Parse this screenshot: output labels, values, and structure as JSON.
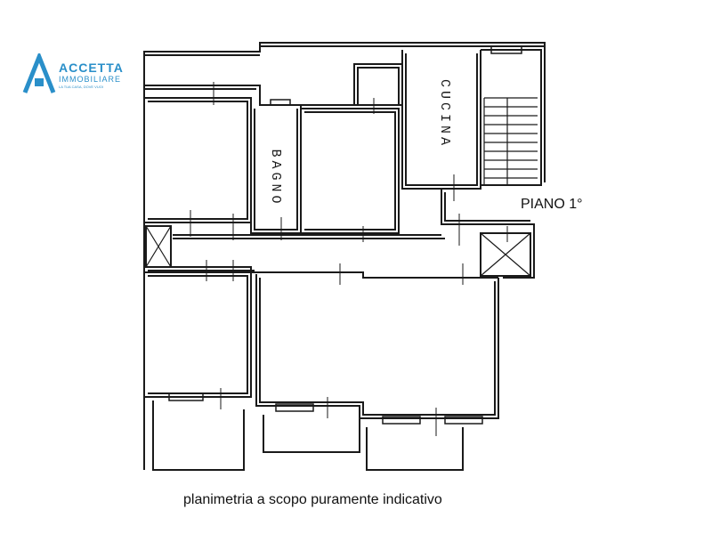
{
  "logo": {
    "name": "ACCETTA",
    "subtitle": "IMMOBILIARE",
    "tagline": "LA TUA CASA, DOVE VUOI",
    "color": "#2a8fc9"
  },
  "floor_label": "PIANO 1°",
  "rooms": {
    "bagno": "BAGNO",
    "cucina": "CUCINA"
  },
  "caption": "planimetria a scopo puramente indicativo",
  "line_color": "#1a1a1a"
}
